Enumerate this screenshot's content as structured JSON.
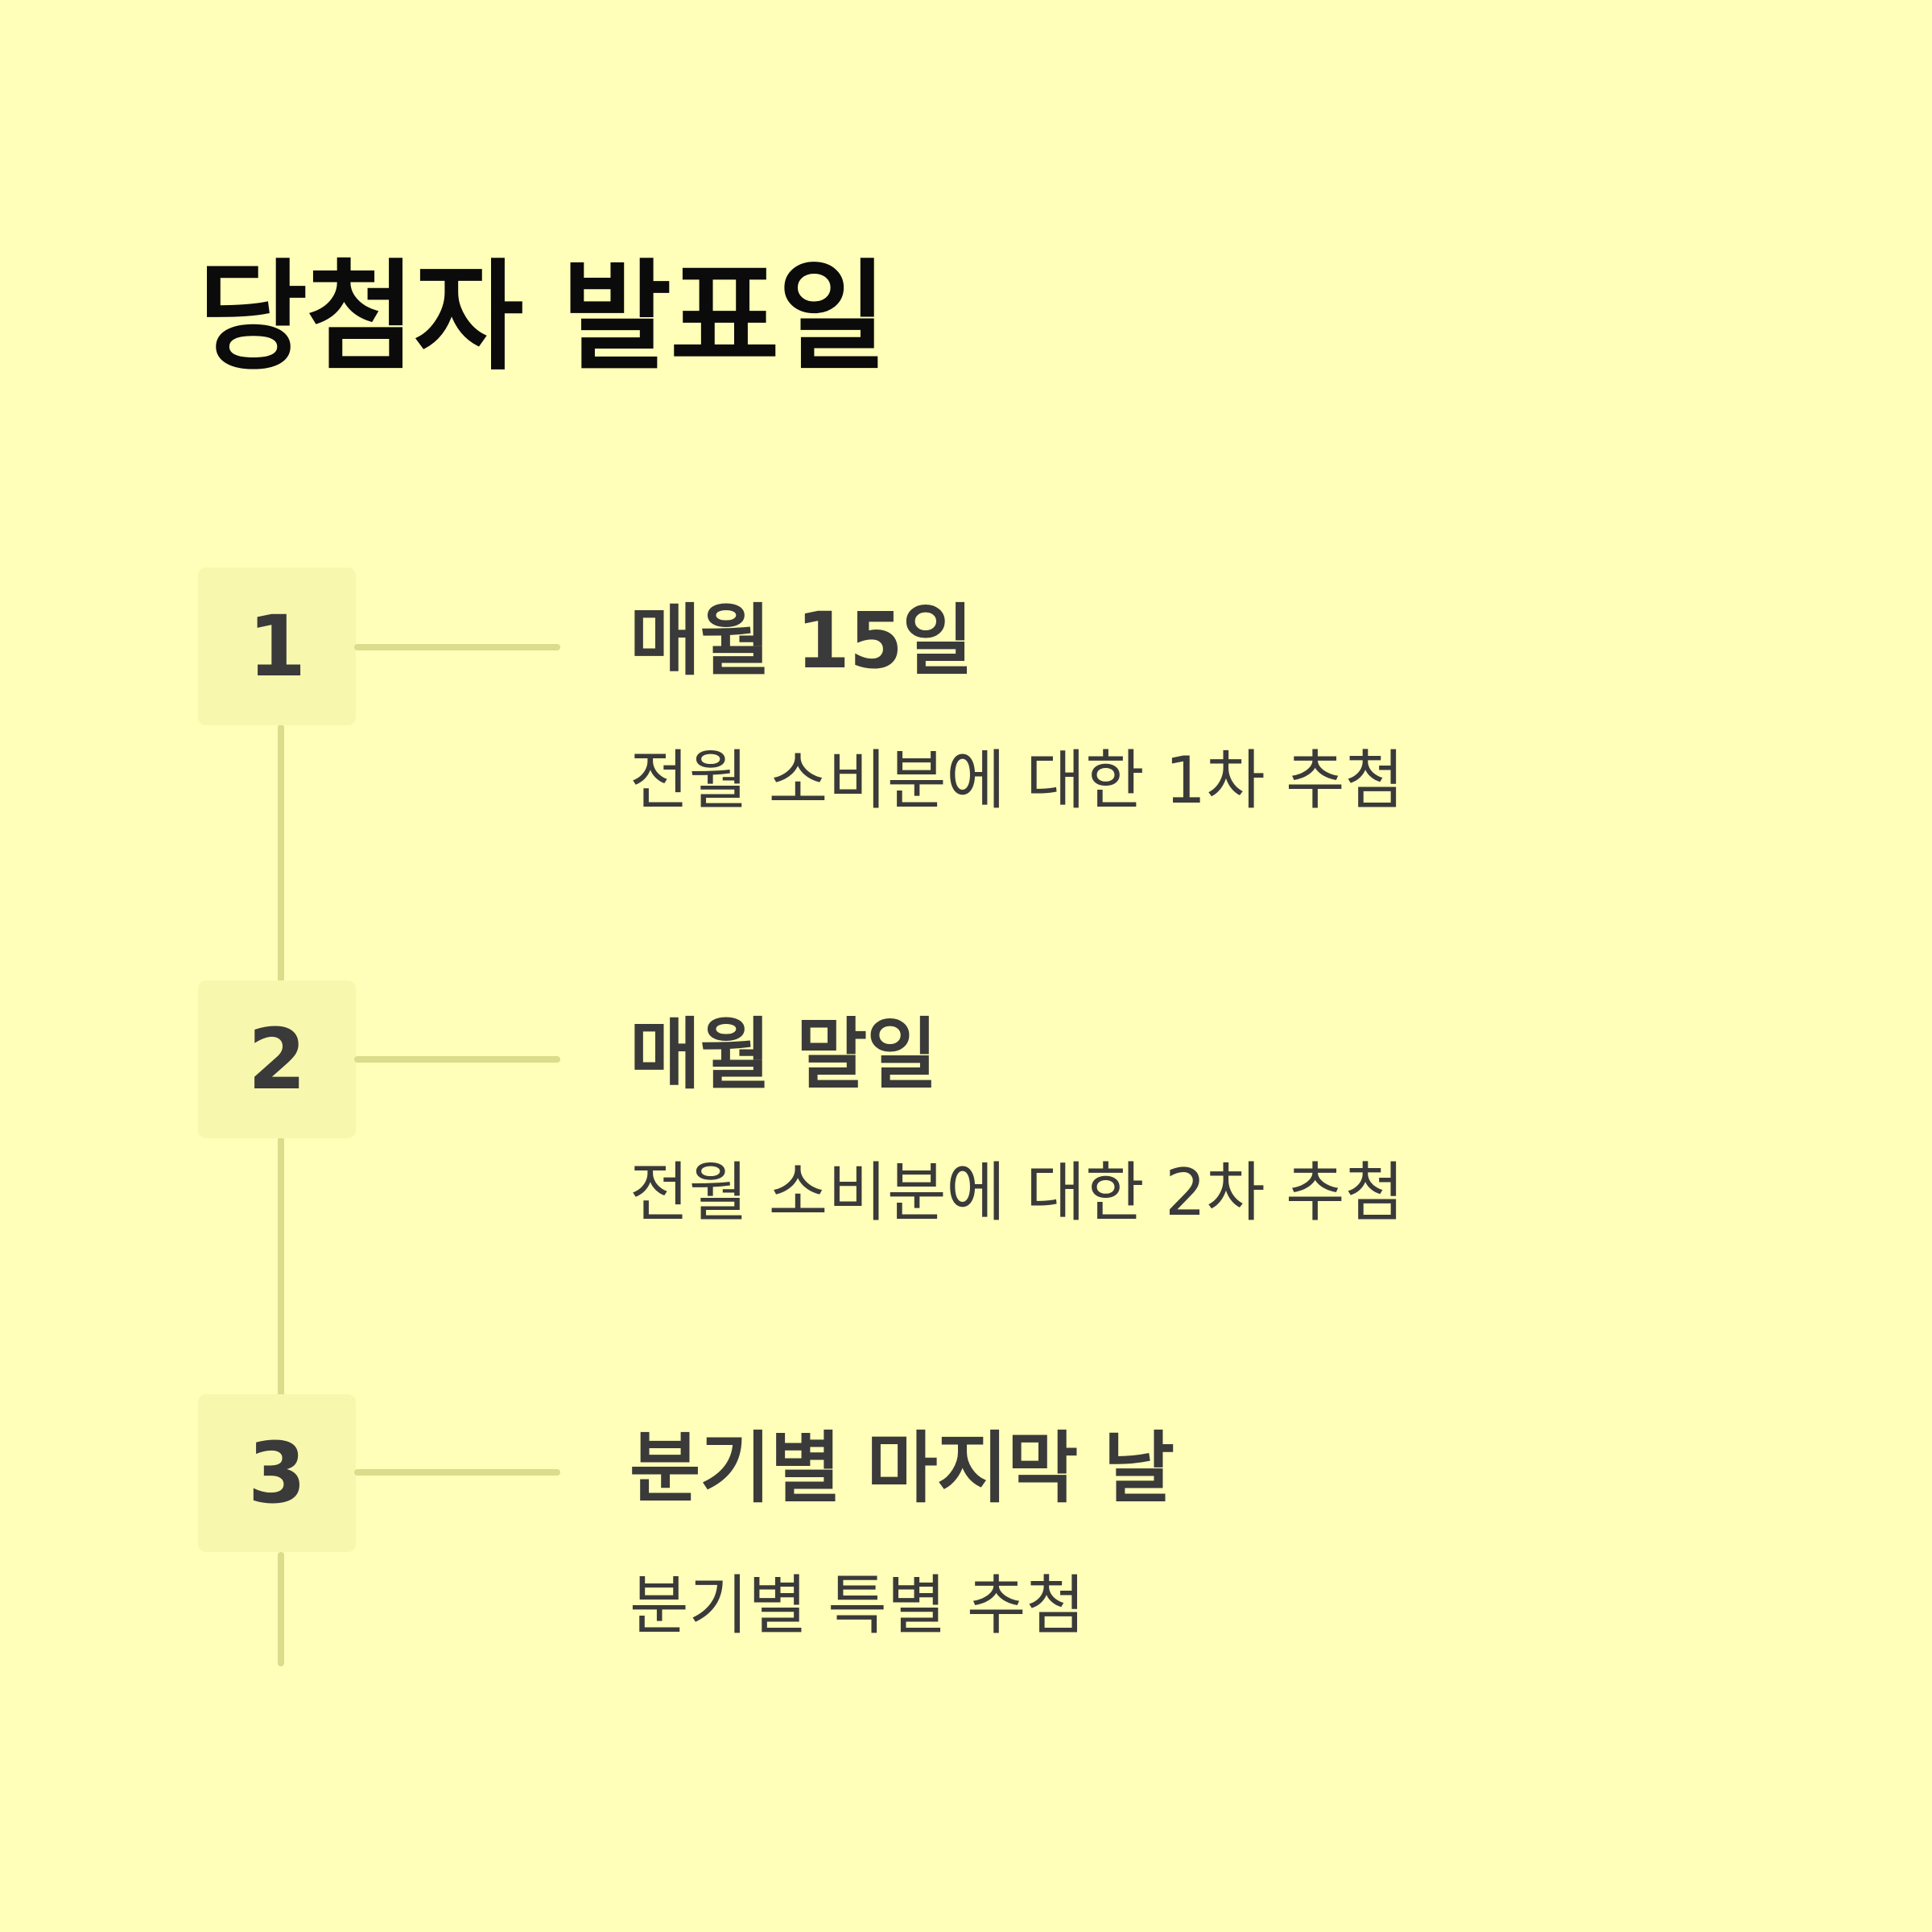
{
  "title": "당첨자 발표일",
  "items": [
    {
      "number": "1",
      "title": "매월 15일",
      "description": "전월 소비분에 대한 1차 추첨"
    },
    {
      "number": "2",
      "title": "매월 말일",
      "description": "전월 소비분에 대한 2차 추첨"
    },
    {
      "number": "3",
      "title": "분기별 마지막 날",
      "description": "분기별 특별 추첨"
    }
  ],
  "colors": {
    "background": "#FFFFB9",
    "number_box": "#F7F7AE",
    "connector_line": "#DCDC8C",
    "title_text": "#0b0b0b",
    "body_text": "#3a3a3a"
  }
}
